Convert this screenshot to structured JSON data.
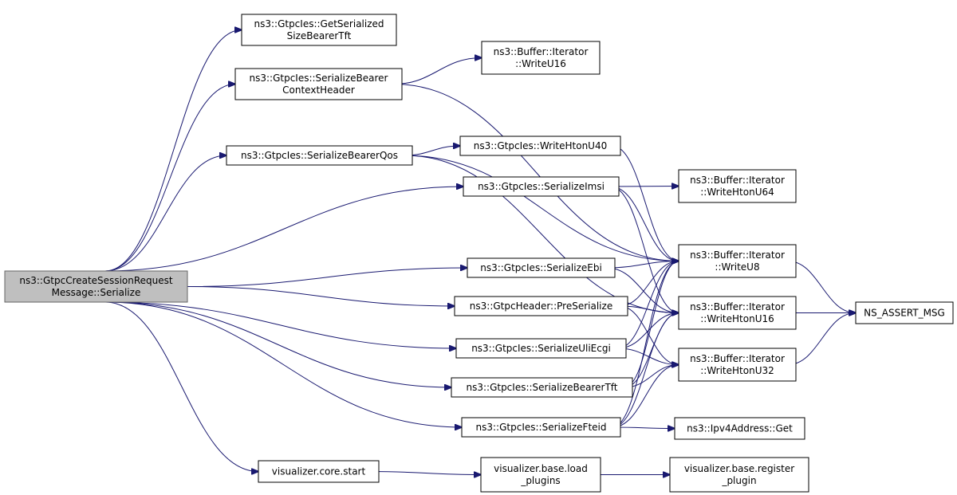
{
  "colors": {
    "edge": "#191970",
    "root_fill": "#bfbfbf",
    "root_stroke": "#666666",
    "node_fill": "#ffffff",
    "node_stroke": "#000000"
  },
  "nodes": {
    "root": {
      "lines": [
        "ns3::GtpcCreateSessionRequest",
        "Message::Serialize"
      ]
    },
    "get_serialized_size_bearer_tft": {
      "lines": [
        "ns3::GtpcIes::GetSerialized",
        "SizeBearerTft"
      ]
    },
    "serialize_bearer_context_header": {
      "lines": [
        "ns3::GtpcIes::SerializeBearer",
        "ContextHeader"
      ]
    },
    "serialize_bearer_qos": {
      "lines": [
        "ns3::GtpcIes::SerializeBearerQos"
      ]
    },
    "serialize_imsi": {
      "lines": [
        "ns3::GtpcIes::SerializeImsi"
      ]
    },
    "serialize_ebi": {
      "lines": [
        "ns3::GtpcIes::SerializeEbi"
      ]
    },
    "pre_serialize": {
      "lines": [
        "ns3::GtpcHeader::PreSerialize"
      ]
    },
    "serialize_uli_ecgi": {
      "lines": [
        "ns3::GtpcIes::SerializeUliEcgi"
      ]
    },
    "serialize_bearer_tft": {
      "lines": [
        "ns3::GtpcIes::SerializeBearerTft"
      ]
    },
    "serialize_fteid": {
      "lines": [
        "ns3::GtpcIes::SerializeFteid"
      ]
    },
    "visualizer_core_start": {
      "lines": [
        "visualizer.core.start"
      ]
    },
    "write_u16": {
      "lines": [
        "ns3::Buffer::Iterator",
        "::WriteU16"
      ]
    },
    "write_hton_u40": {
      "lines": [
        "ns3::GtpcIes::WriteHtonU40"
      ]
    },
    "write_hton_u64": {
      "lines": [
        "ns3::Buffer::Iterator",
        "::WriteHtonU64"
      ]
    },
    "write_u8": {
      "lines": [
        "ns3::Buffer::Iterator",
        "::WriteU8"
      ]
    },
    "write_hton_u16": {
      "lines": [
        "ns3::Buffer::Iterator",
        "::WriteHtonU16"
      ]
    },
    "write_hton_u32": {
      "lines": [
        "ns3::Buffer::Iterator",
        "::WriteHtonU32"
      ]
    },
    "ns_assert_msg": {
      "lines": [
        "NS_ASSERT_MSG"
      ]
    },
    "ipv4_address_get": {
      "lines": [
        "ns3::Ipv4Address::Get"
      ]
    },
    "visualizer_base_load_plugins": {
      "lines": [
        "visualizer.base.load",
        "_plugins"
      ]
    },
    "visualizer_base_register_plugin": {
      "lines": [
        "visualizer.base.register",
        "_plugin"
      ]
    }
  },
  "edges": [
    [
      "root",
      "get_serialized_size_bearer_tft"
    ],
    [
      "root",
      "serialize_bearer_context_header"
    ],
    [
      "root",
      "serialize_bearer_qos"
    ],
    [
      "root",
      "serialize_imsi"
    ],
    [
      "root",
      "serialize_ebi"
    ],
    [
      "root",
      "pre_serialize"
    ],
    [
      "root",
      "serialize_uli_ecgi"
    ],
    [
      "root",
      "serialize_bearer_tft"
    ],
    [
      "root",
      "serialize_fteid"
    ],
    [
      "root",
      "visualizer_core_start"
    ],
    [
      "serialize_bearer_context_header",
      "write_u16"
    ],
    [
      "serialize_bearer_context_header",
      "write_u8"
    ],
    [
      "serialize_bearer_qos",
      "write_hton_u40"
    ],
    [
      "serialize_bearer_qos",
      "write_u8"
    ],
    [
      "serialize_bearer_qos",
      "write_hton_u16"
    ],
    [
      "write_hton_u40",
      "write_u8"
    ],
    [
      "serialize_imsi",
      "write_hton_u64"
    ],
    [
      "serialize_imsi",
      "write_u8"
    ],
    [
      "serialize_imsi",
      "write_hton_u16"
    ],
    [
      "serialize_ebi",
      "write_u8"
    ],
    [
      "serialize_ebi",
      "write_hton_u16"
    ],
    [
      "pre_serialize",
      "write_u8"
    ],
    [
      "pre_serialize",
      "write_hton_u16"
    ],
    [
      "pre_serialize",
      "write_hton_u32"
    ],
    [
      "serialize_uli_ecgi",
      "write_u8"
    ],
    [
      "serialize_uli_ecgi",
      "write_hton_u16"
    ],
    [
      "serialize_uli_ecgi",
      "write_hton_u32"
    ],
    [
      "serialize_bearer_tft",
      "write_u8"
    ],
    [
      "serialize_bearer_tft",
      "write_hton_u16"
    ],
    [
      "serialize_bearer_tft",
      "write_hton_u32"
    ],
    [
      "serialize_fteid",
      "write_u8"
    ],
    [
      "serialize_fteid",
      "write_hton_u16"
    ],
    [
      "serialize_fteid",
      "write_hton_u32"
    ],
    [
      "serialize_fteid",
      "ipv4_address_get"
    ],
    [
      "write_u8",
      "ns_assert_msg"
    ],
    [
      "write_hton_u16",
      "ns_assert_msg"
    ],
    [
      "write_hton_u32",
      "ns_assert_msg"
    ],
    [
      "visualizer_core_start",
      "visualizer_base_load_plugins"
    ],
    [
      "visualizer_base_load_plugins",
      "visualizer_base_register_plugin"
    ]
  ]
}
